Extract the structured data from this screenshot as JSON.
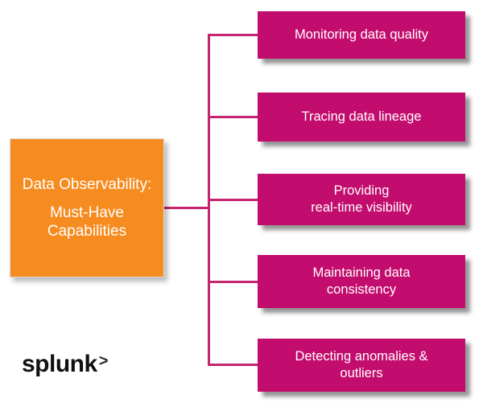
{
  "colors": {
    "accent_orange": "#F68B1F",
    "accent_magenta": "#C30D6E",
    "connector": "#C5246F",
    "box_text": "#FFFFFF",
    "background": "#FFFFFF",
    "logo_color": "#111111"
  },
  "main_box": {
    "line1": "Data Observability:",
    "line2": "Must-Have Capabilities"
  },
  "capabilities": [
    {
      "label": "Monitoring data quality"
    },
    {
      "label": "Tracing data lineage"
    },
    {
      "label": "Providing\nreal-time visibility"
    },
    {
      "label": "Maintaining data consistency"
    },
    {
      "label": "Detecting anomalies & outliers"
    }
  ],
  "logo": {
    "wordmark": "splunk",
    "symbol": ">"
  }
}
